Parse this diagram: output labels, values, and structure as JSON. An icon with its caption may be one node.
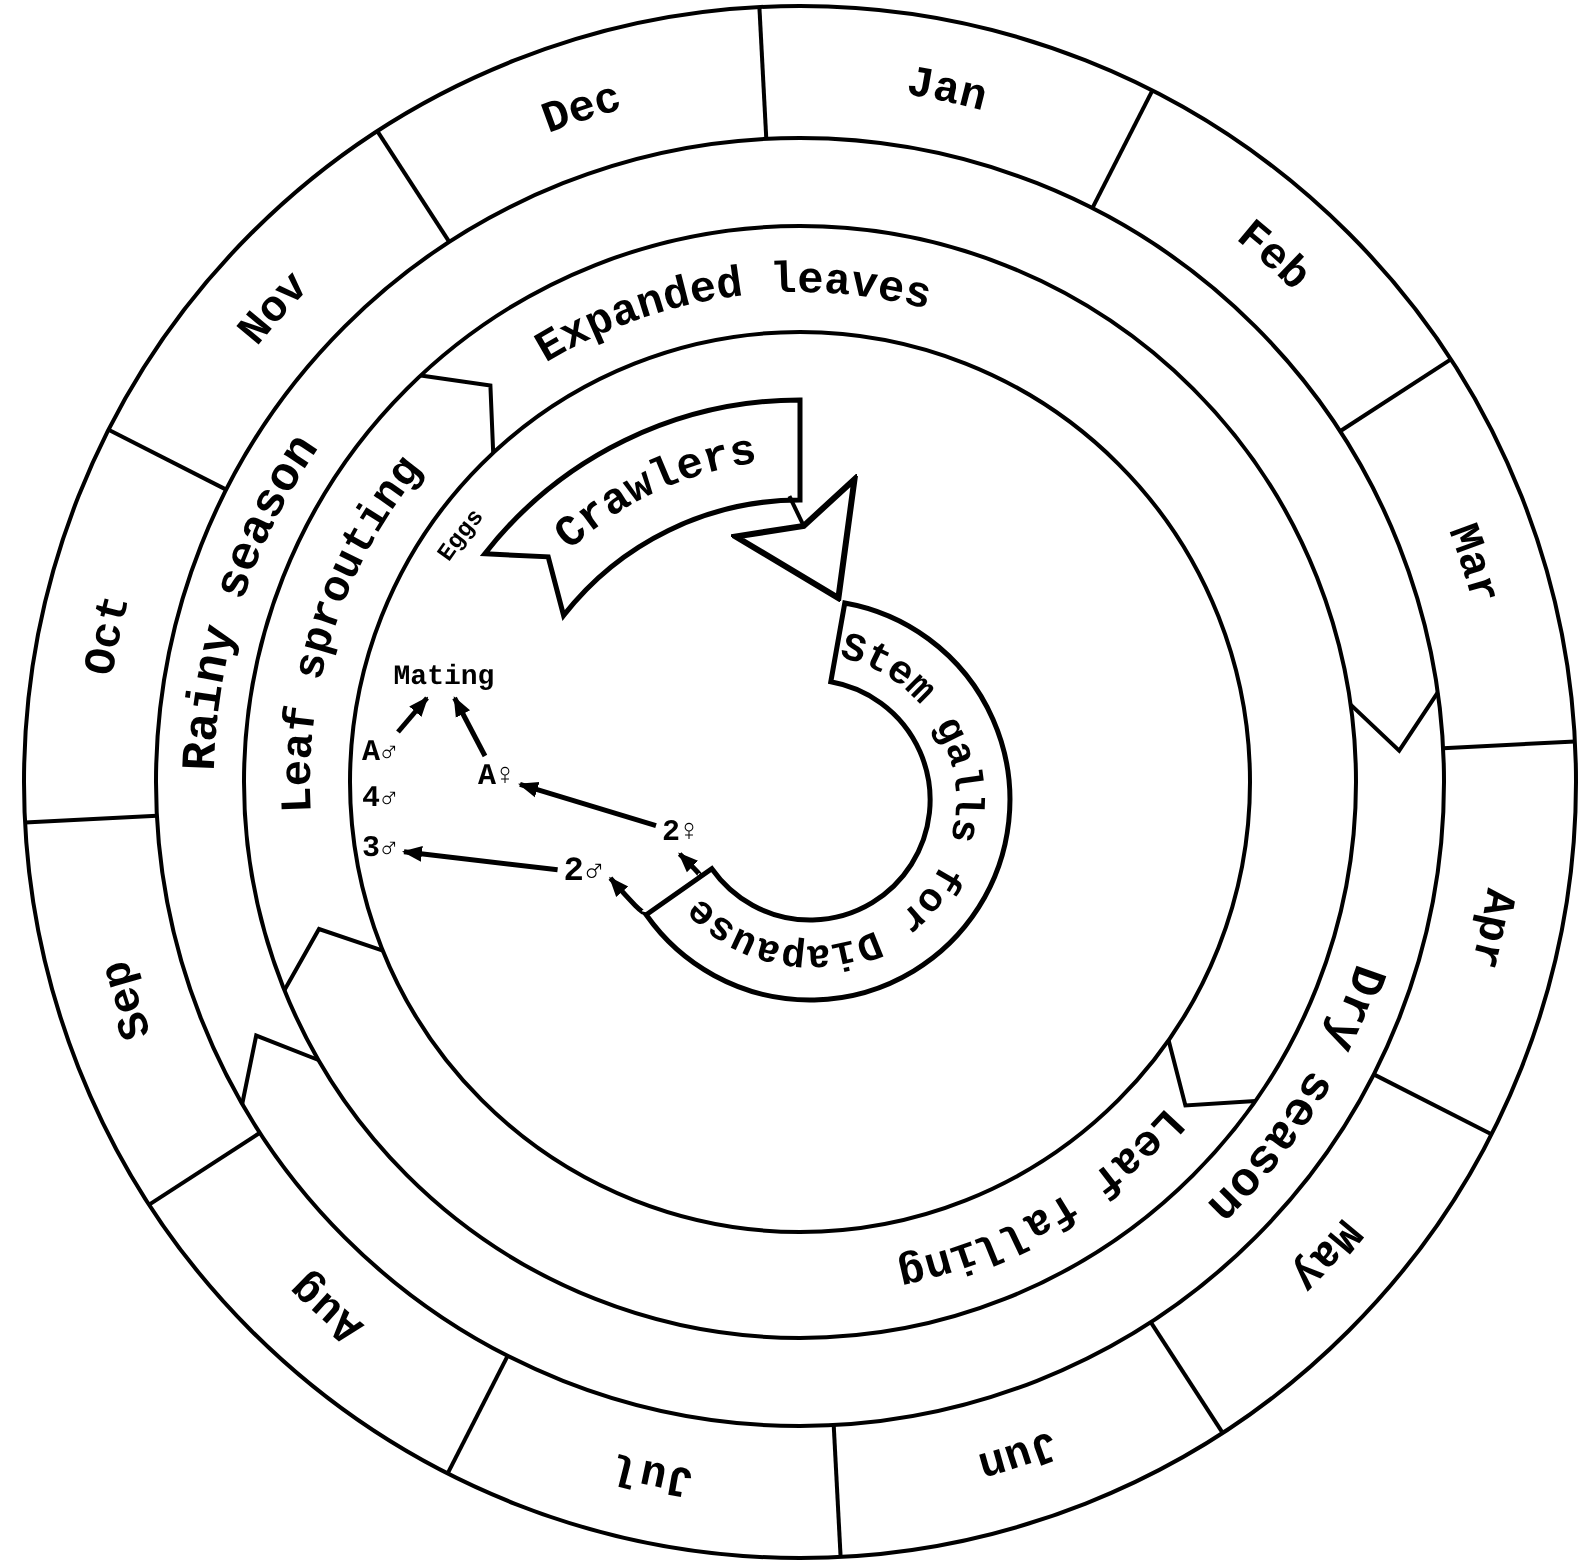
{
  "diagram": {
    "nodes": [
      {
        "text": [
          "Stem galls for Diapause"
        ]
      },
      {
        "text": [
          "Crawlers"
        ]
      },
      {
        "text": [
          "Eggs"
        ]
      },
      {
        "text": [
          "Mating"
        ]
      },
      {
        "text": [
          "A♂"
        ]
      },
      {
        "text": [
          "4♂"
        ]
      },
      {
        "text": [
          "3♂"
        ]
      },
      {
        "text": [
          "A♀"
        ]
      },
      {
        "text": [
          "2♂"
        ]
      },
      {
        "text": [
          "2♀"
        ]
      },
      {
        "text": [
          "Expanded leaves"
        ]
      },
      {
        "text": [
          "Leaf sprouting"
        ]
      },
      {
        "text": [
          "Rainy season"
        ]
      },
      {
        "text": [
          "Dry season"
        ]
      },
      {
        "text": [
          "Leaf falling"
        ]
      }
    ],
    "edges": [
      {
        "from": 1,
        "to": 0,
        "arrow": "to"
      },
      {
        "from": 0,
        "to": 9,
        "arrow": "to"
      },
      {
        "from": 0,
        "to": 8,
        "arrow": "to"
      },
      {
        "from": 9,
        "to": 7,
        "arrow": "to"
      },
      {
        "from": 8,
        "to": 6,
        "arrow": "to"
      },
      {
        "from": 4,
        "to": 3,
        "arrow": "to"
      },
      {
        "from": 7,
        "to": 3,
        "arrow": "to"
      }
    ],
    "labels": [
      "Jan",
      "Feb",
      "Mar",
      "Apr",
      "May",
      "Jun",
      "Jul",
      "Aug",
      "Sep",
      "Oct",
      "Nov",
      "Dec"
    ]
  }
}
